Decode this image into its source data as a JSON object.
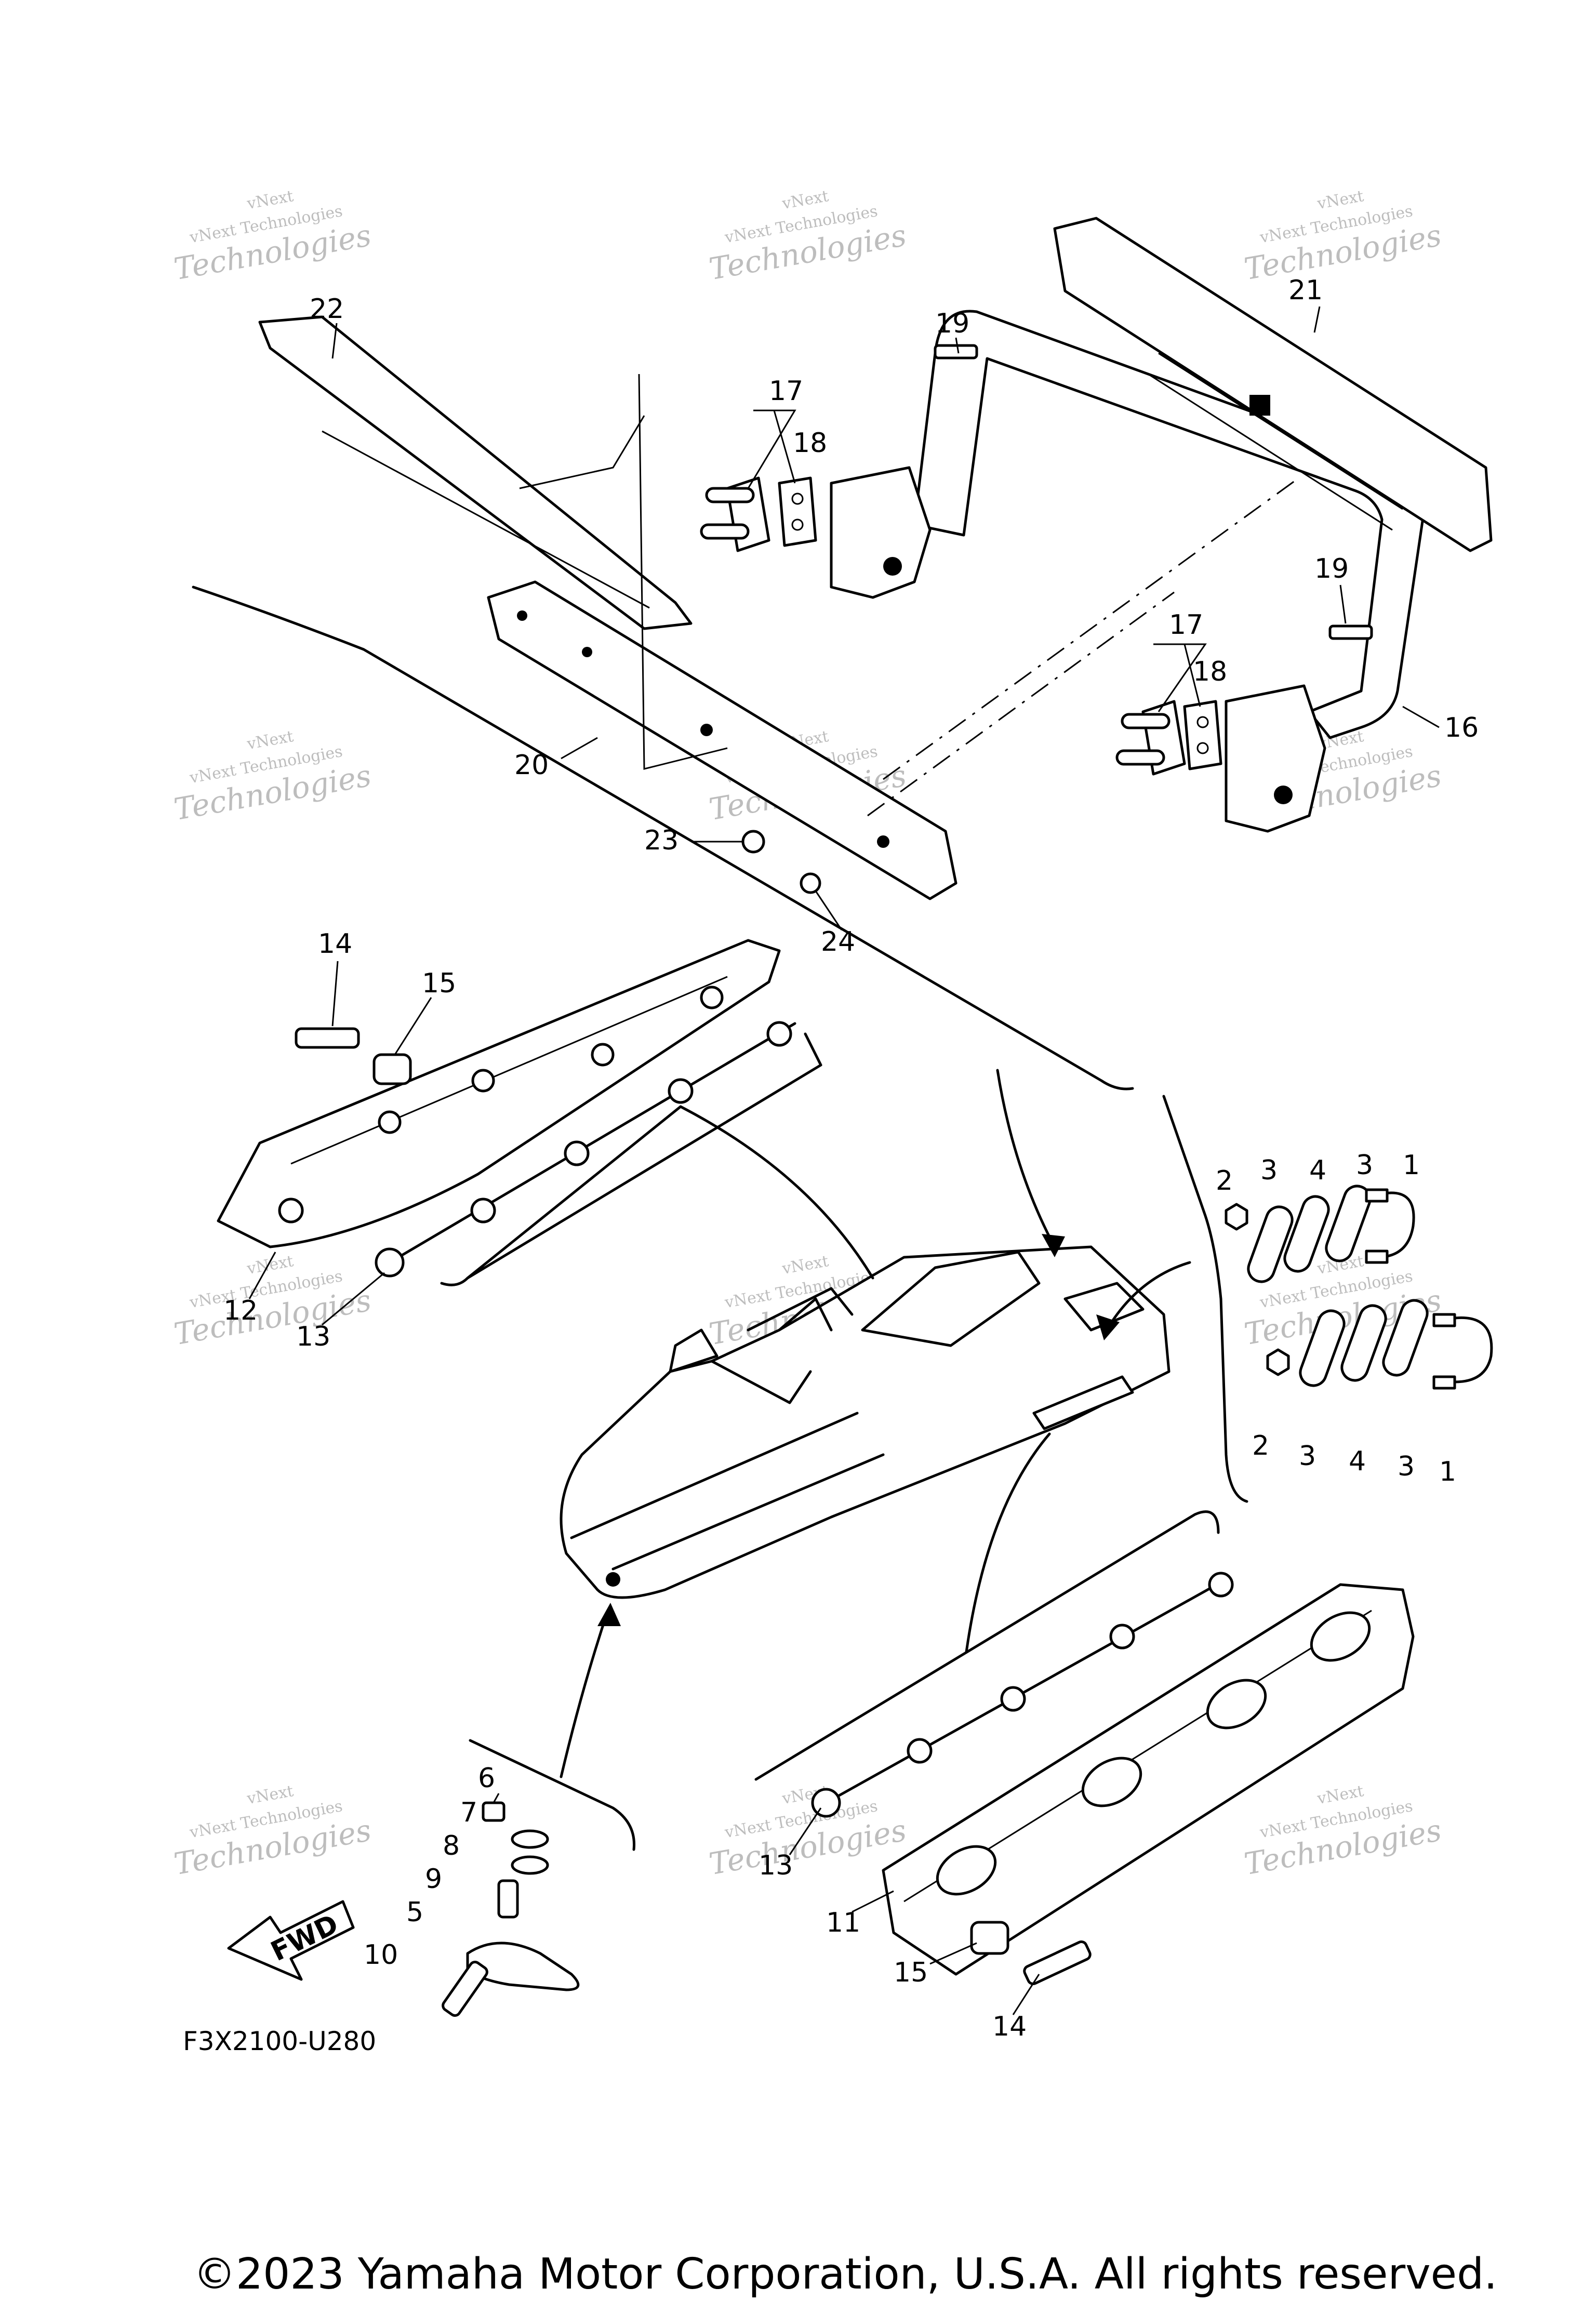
{
  "diagram": {
    "code": "F3X2100-U280",
    "copyright": "©2023 Yamaha Motor Corporation, U.S.A. All rights reserved.",
    "fwd_label": "FWD",
    "watermark": {
      "line1": "vNext",
      "line2": "vNext Technologies",
      "line3": "Technologies"
    },
    "callouts": [
      "1",
      "2",
      "3",
      "4",
      "5",
      "6",
      "7",
      "8",
      "9",
      "10",
      "11",
      "12",
      "13",
      "14",
      "15",
      "16",
      "17",
      "18",
      "19",
      "20",
      "21",
      "22",
      "23",
      "24"
    ]
  }
}
